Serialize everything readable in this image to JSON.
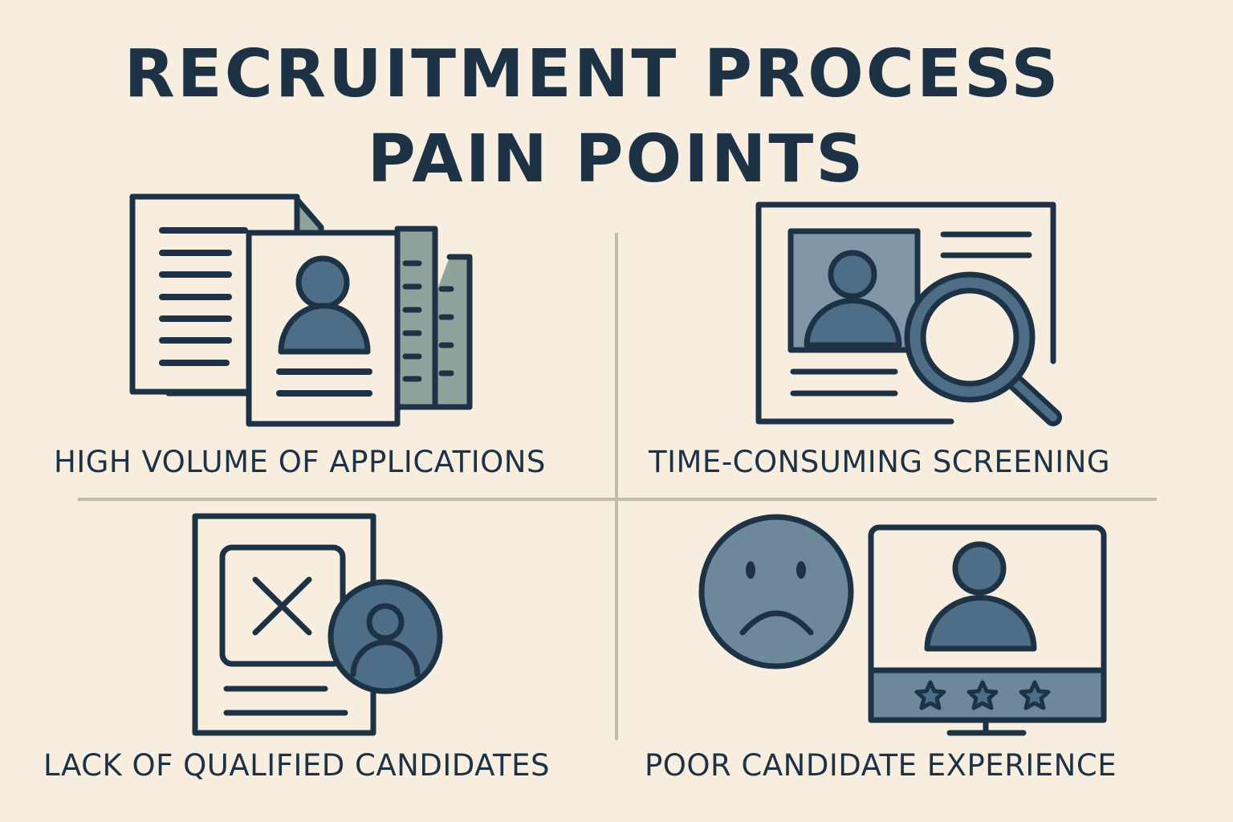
{
  "title": {
    "line1": "RECRUITMENT PROCESS",
    "line2": "PAIN POINTS"
  },
  "colors": {
    "background": "#f8eee0",
    "ink": "#1e3246",
    "accent_blue": "#4e6e88",
    "accent_gray": "#8fa39c",
    "divider": "#c2bcaa"
  },
  "pain_points": [
    {
      "label": "HIGH VOLUME OF APPLICATIONS",
      "icon": "stacked-resumes-icon"
    },
    {
      "label": "TIME-CONSUMING SCREENING",
      "icon": "profile-magnifier-icon"
    },
    {
      "label": "LACK OF QUALIFIED CANDIDATES",
      "icon": "rejected-document-icon"
    },
    {
      "label": "POOR CANDIDATE EXPERIENCE",
      "icon": "sad-face-monitor-rating-icon"
    }
  ]
}
